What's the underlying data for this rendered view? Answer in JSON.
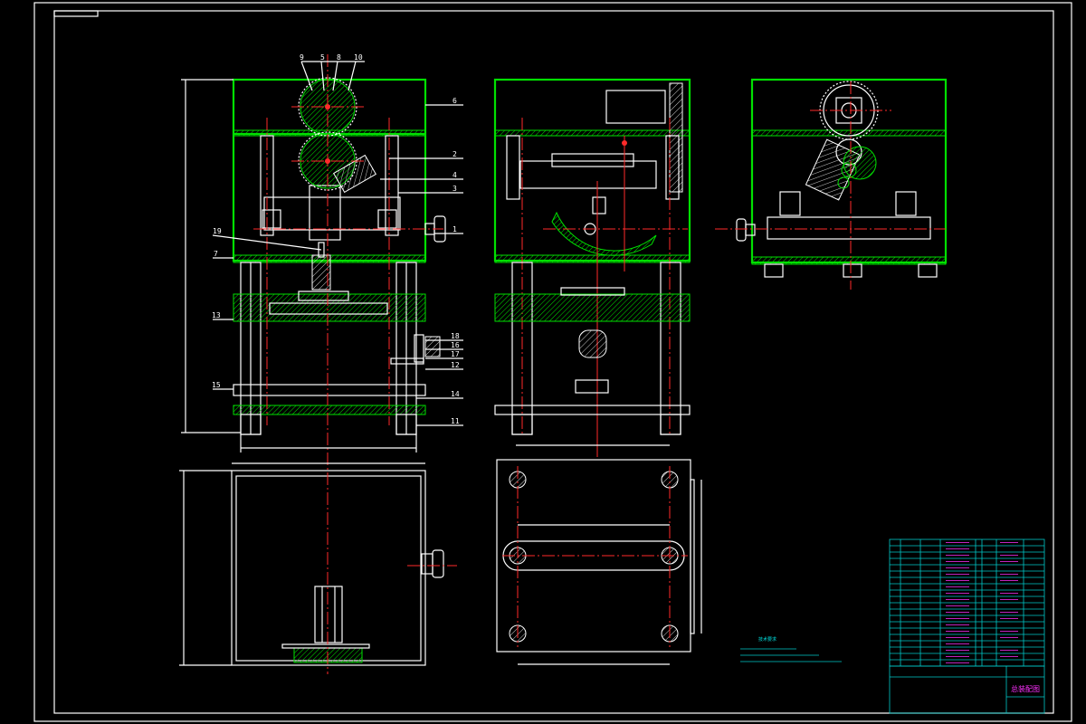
{
  "drawing": {
    "background": "#000000",
    "line_colors": {
      "outline": "#ffffff",
      "section": "#00e000",
      "centerline": "#ff2a2a",
      "table": "#00c8c8"
    },
    "title_block_name": "总装配图"
  },
  "balloons": [
    "9",
    "5",
    "8",
    "10",
    "6",
    "2",
    "4",
    "3",
    "1",
    "19",
    "7",
    "13",
    "18",
    "16",
    "17",
    "12",
    "15",
    "14",
    "11"
  ],
  "notes_heading": "技术要求"
}
